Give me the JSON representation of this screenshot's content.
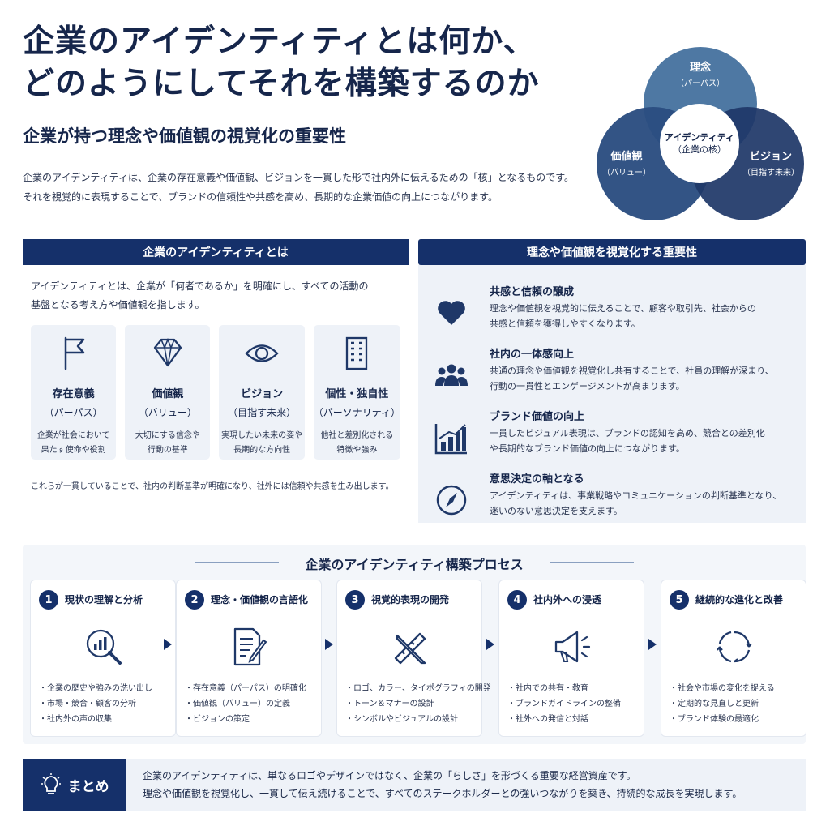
{
  "header": {
    "title_line1": "企業のアイデンティティとは何か、",
    "title_line2": "どのようにしてそれを構築するのか",
    "subtitle": "企業が持つ理念や価値観の視覚化の重要性",
    "intro_line1": "企業のアイデンティティは、企業の存在意義や価値観、ビジョンを一貫した形で社内外に伝えるための「核」となるものです。",
    "intro_line2": "それを視覚的に表現することで、ブランドの信頼性や共感を高め、長期的な企業価値の向上につながります。"
  },
  "venn": {
    "top_main": "理念",
    "top_sub": "（パーパス）",
    "left_main": "価値観",
    "left_sub": "（バリュー）",
    "right_main": "ビジョン",
    "right_sub": "（目指す未来）",
    "core_main": "アイデンティティ",
    "core_sub": "（企業の核）"
  },
  "left_section": {
    "heading": "企業のアイデンティティとは",
    "desc_line1": "アイデンティティとは、企業が「何者であるか」を明確にし、すべての活動の",
    "desc_line2": "基盤となる考え方や価値観を指します。",
    "cards": [
      {
        "icon": "flag-icon",
        "name": "存在意義",
        "sub": "（パーパス）",
        "d1": "企業が社会において",
        "d2": "果たす使命や役割"
      },
      {
        "icon": "diamond-icon",
        "name": "価値観",
        "sub": "（バリュー）",
        "d1": "大切にする信念や",
        "d2": "行動の基準"
      },
      {
        "icon": "eye-icon",
        "name": "ビジョン",
        "sub": "（目指す未来）",
        "d1": "実現したい未来の姿や",
        "d2": "長期的な方向性"
      },
      {
        "icon": "building-icon",
        "name": "個性・独自性",
        "sub": "（パーソナリティ）",
        "d1": "他社と差別化される",
        "d2": "特徴や強み"
      }
    ],
    "footer": "これらが一貫していることで、社内の判断基準が明確になり、社外には信頼や共感を生み出します。"
  },
  "right_section": {
    "heading": "理念や価値観を視覚化する重要性",
    "items": [
      {
        "icon": "heart-icon",
        "title": "共感と信頼の醸成",
        "d1": "理念や価値観を視覚的に伝えることで、顧客や取引先、社会からの",
        "d2": "共感と信頼を獲得しやすくなります。"
      },
      {
        "icon": "team-icon",
        "title": "社内の一体感向上",
        "d1": "共通の理念や価値観を視覚化し共有することで、社員の理解が深まり、",
        "d2": "行動の一貫性とエンゲージメントが高まります。"
      },
      {
        "icon": "growth-chart-icon",
        "title": "ブランド価値の向上",
        "d1": "一貫したビジュアル表現は、ブランドの認知を高め、競合との差別化",
        "d2": "や長期的なブランド価値の向上につながります。"
      },
      {
        "icon": "compass-icon",
        "title": "意思決定の軸となる",
        "d1": "アイデンティティは、事業戦略やコミュニケーションの判断基準となり、",
        "d2": "迷いのない意思決定を支えます。"
      }
    ]
  },
  "process": {
    "title": "企業のアイデンティティ構築プロセス",
    "steps": [
      {
        "num": "1",
        "title": "現状の理解と分析",
        "icon": "analysis-icon",
        "b1": "・企業の歴史や強みの洗い出し",
        "b2": "・市場・競合・顧客の分析",
        "b3": "・社内外の声の収集"
      },
      {
        "num": "2",
        "title": "理念・価値観の言語化",
        "icon": "document-pen-icon",
        "b1": "・存在意義（パーパス）の明確化",
        "b2": "・価値観（バリュー）の定義",
        "b3": "・ビジョンの策定"
      },
      {
        "num": "3",
        "title": "視覚的表現の開発",
        "icon": "design-tools-icon",
        "b1": "・ロゴ、カラー、タイポグラフィの開発",
        "b2": "・トーン＆マナーの設計",
        "b3": "・シンボルやビジュアルの設計"
      },
      {
        "num": "4",
        "title": "社内外への浸透",
        "icon": "megaphone-icon",
        "b1": "・社内での共有・教育",
        "b2": "・ブランドガイドラインの整備",
        "b3": "・社外への発信と対話"
      },
      {
        "num": "5",
        "title": "継続的な進化と改善",
        "icon": "cycle-icon",
        "b1": "・社会や市場の変化を捉える",
        "b2": "・定期的な見直しと更新",
        "b3": "・ブランド体験の最適化"
      }
    ]
  },
  "summary": {
    "label": "まとめ",
    "icon": "lightbulb-icon",
    "line1": "企業のアイデンティティは、単なるロゴやデザインではなく、企業の「らしさ」を形づくる重要な経営資産です。",
    "line2": "理念や価値観を視覚化し、一貫して伝え続けることで、すべてのステークホルダーとの強いつながりを築き、持続的な成長を実現します。"
  },
  "colors": {
    "navy": "#15306a",
    "panel": "#eef2f8"
  }
}
